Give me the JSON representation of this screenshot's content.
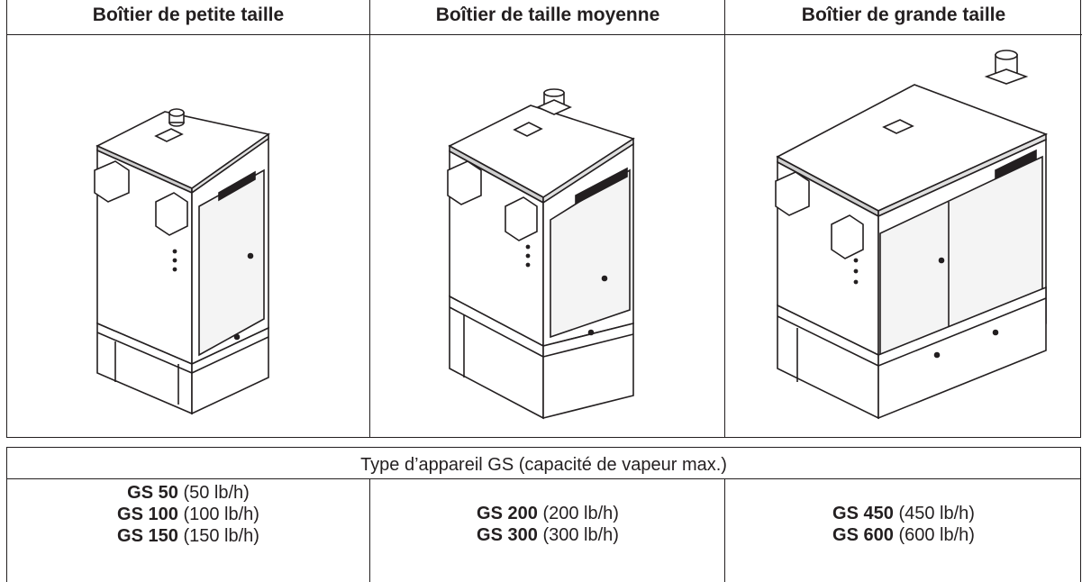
{
  "columns": [
    {
      "header": "Boîtier de petite taille"
    },
    {
      "header": "Boîtier de taille moyenne"
    },
    {
      "header": "Boîtier de grande taille"
    }
  ],
  "type_row": "Type d’appareil GS (capacité de vapeur max.)",
  "models": [
    [
      {
        "name": "GS 50",
        "capacity": "(50 lb/h)"
      },
      {
        "name": "GS 100",
        "capacity": "(100 lb/h)"
      },
      {
        "name": "GS 150",
        "capacity": "(150 lb/h)"
      }
    ],
    [
      {
        "name": "GS 200",
        "capacity": "(200 lb/h)"
      },
      {
        "name": "GS 300",
        "capacity": "(300 lb/h)"
      }
    ],
    [
      {
        "name": "GS 450",
        "capacity": "(450 lb/h)"
      },
      {
        "name": "GS 600",
        "capacity": "(600 lb/h)"
      }
    ]
  ]
}
